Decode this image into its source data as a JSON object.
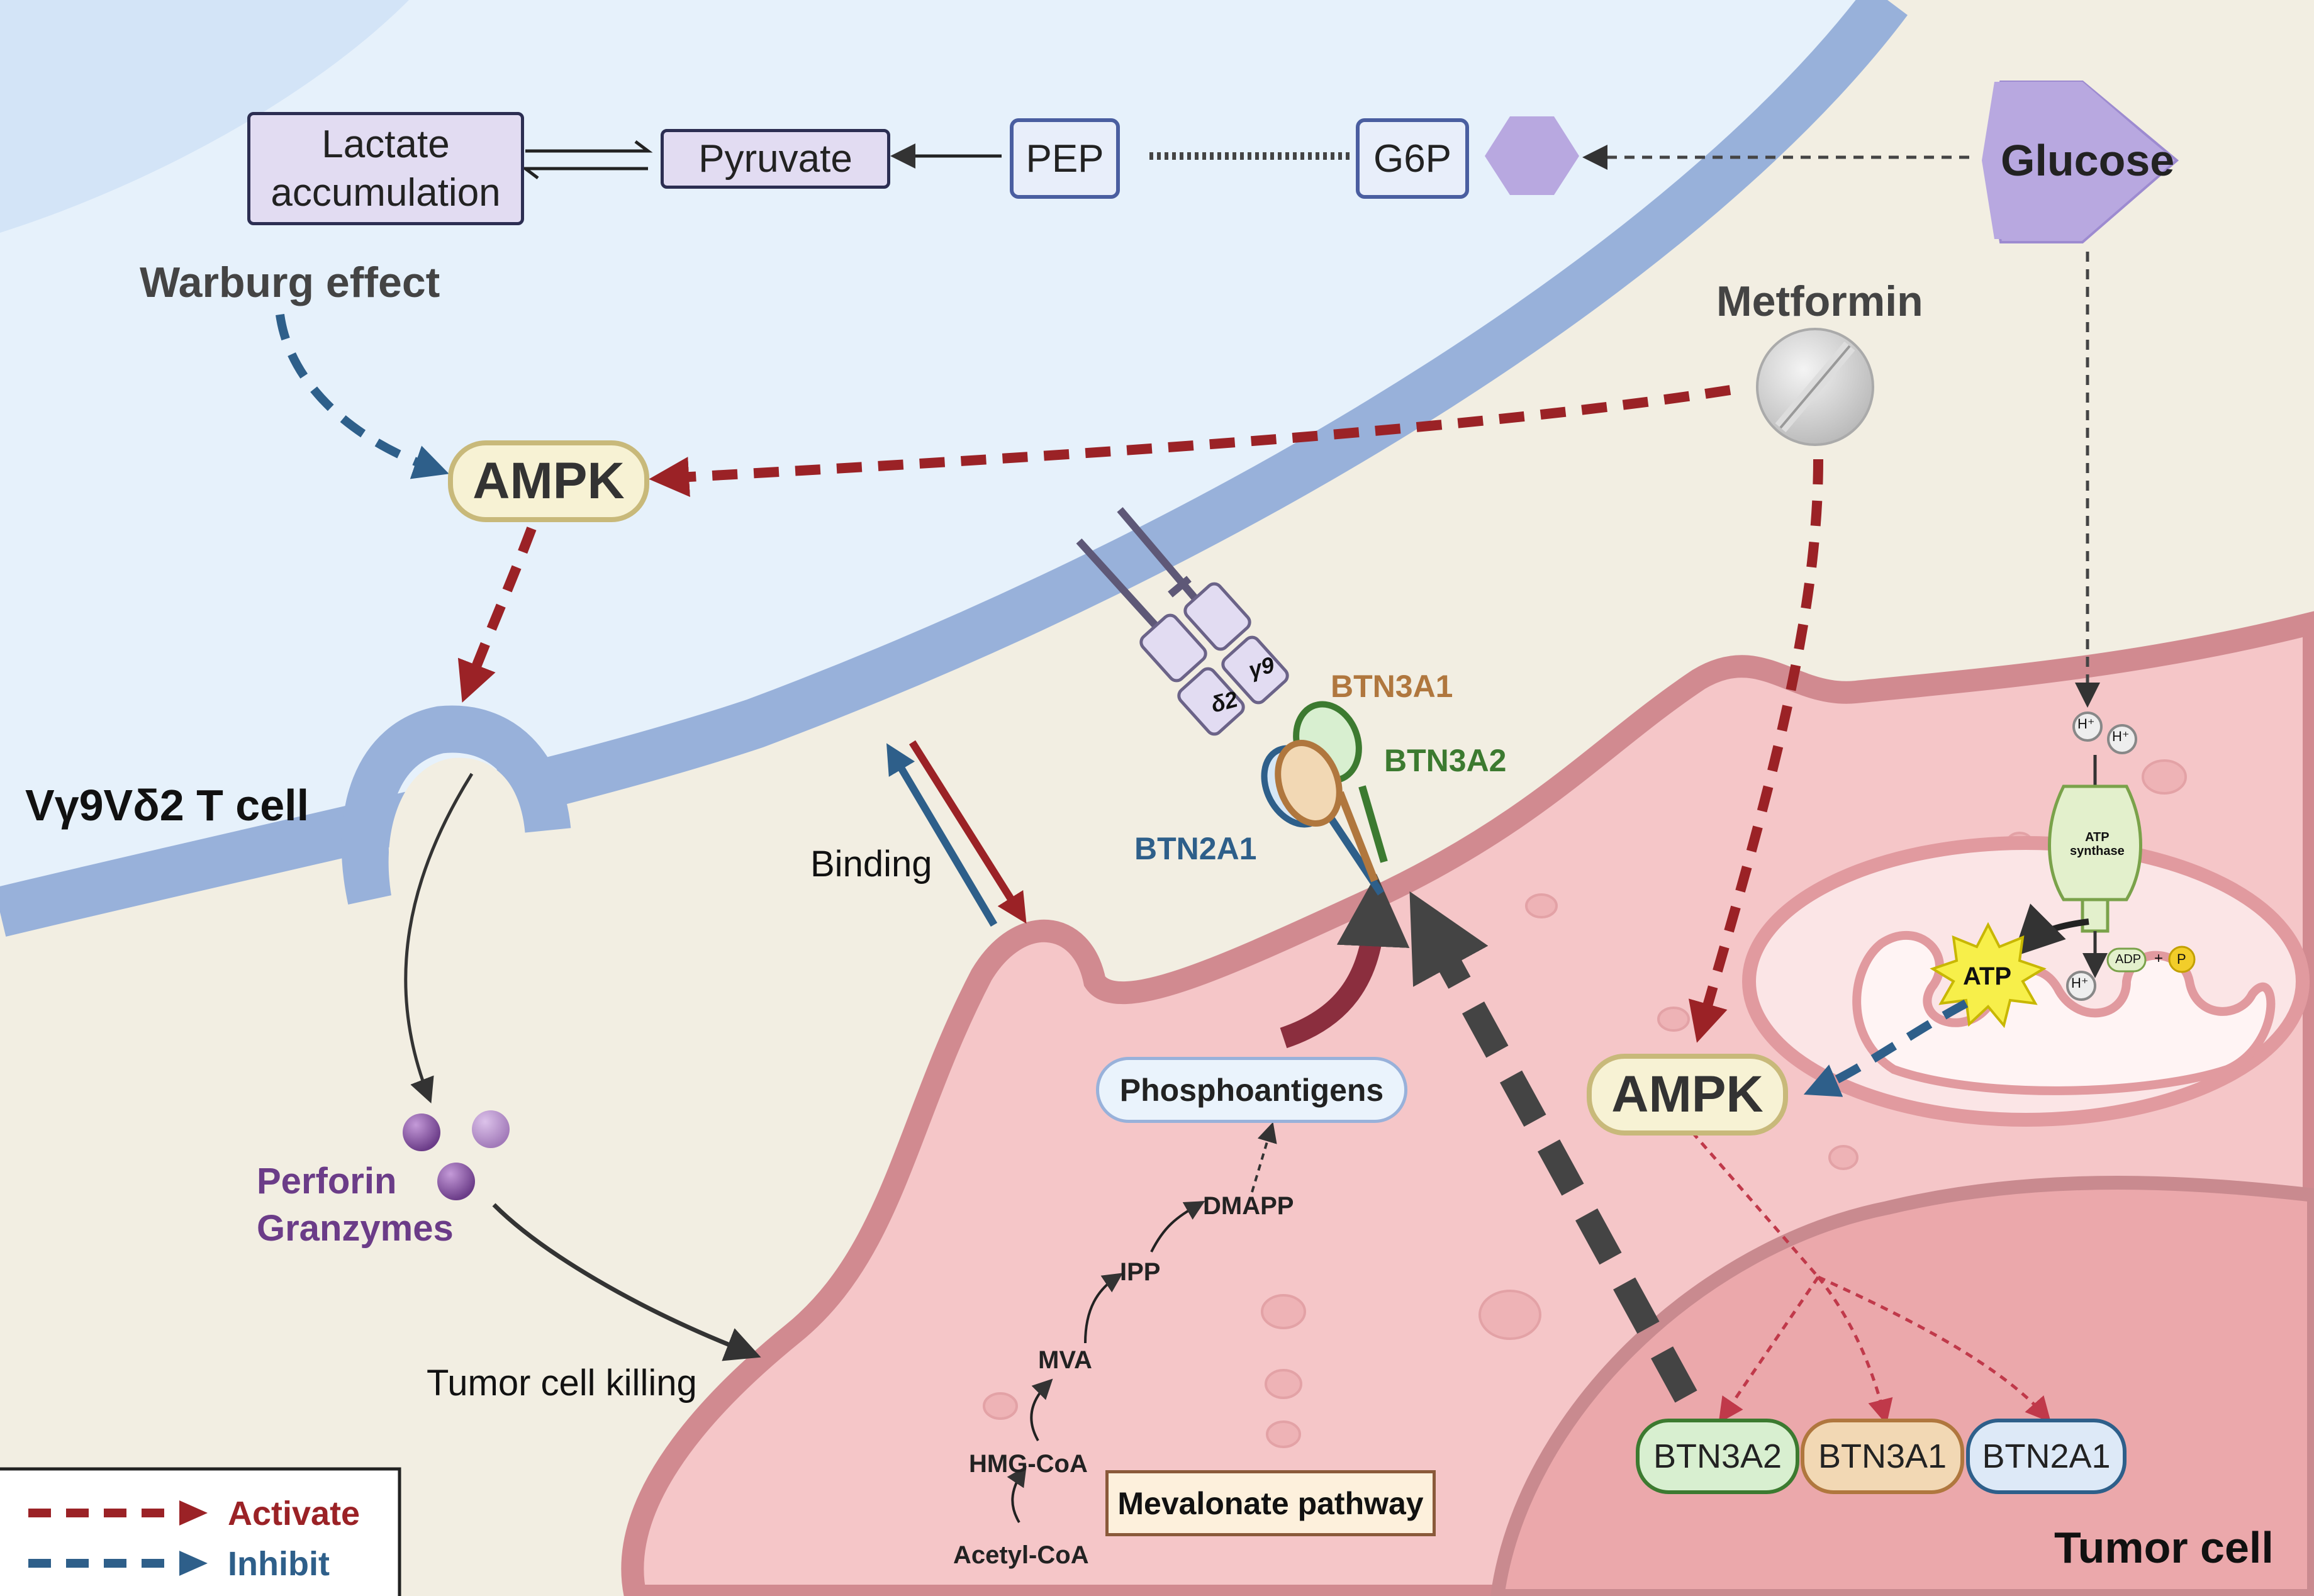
{
  "metabolites": {
    "lactate": "Lactate\naccumulation",
    "pyruvate": "Pyruvate",
    "pep": "PEP",
    "g6p": "G6P",
    "glucose": "Glucose"
  },
  "labels": {
    "warburg": "Warburg effect",
    "metformin": "Metformin",
    "ampk_t": "AMPK",
    "ampk_tumor": "AMPK",
    "t_cell": "Vγ9Vδ2 T cell",
    "tumor_cell": "Tumor cell",
    "perforin": "Perforin\nGranzymes",
    "tumor_killing": "Tumor cell killing",
    "binding": "Binding",
    "btn3a1": "BTN3A1",
    "btn3a2": "BTN3A2",
    "btn2a1": "BTN2A1",
    "gamma9": "γ9",
    "delta2": "δ2",
    "phosphoantigens": "Phosphoantigens",
    "mevalonate": "Mevalonate pathway",
    "atp": "ATP",
    "atp_synthase": "ATP\nsynthase",
    "adp": "ADP",
    "p": "P",
    "plus": "+",
    "h_plus": "H⁺"
  },
  "mevalonate_steps": [
    "Acetyl-CoA",
    "HMG-CoA",
    "MVA",
    "IPP",
    "DMAPP"
  ],
  "btn_boxes": [
    "BTN3A2",
    "BTN3A1",
    "BTN2A1"
  ],
  "legend": {
    "activate": "Activate",
    "inhibit": "Inhibit"
  },
  "colors": {
    "activate": "#9b2226",
    "inhibit": "#2e5f8a",
    "t_cell_bg": "#e6f1fb",
    "membrane": "#98b1da",
    "tumor": "#f5c6c8",
    "tumor_edge": "#d18a90",
    "btn3a1": "#b0773e",
    "btn3a2": "#3c7a30",
    "btn2a1": "#2e5f8a",
    "perforin": "#6b3c88"
  }
}
